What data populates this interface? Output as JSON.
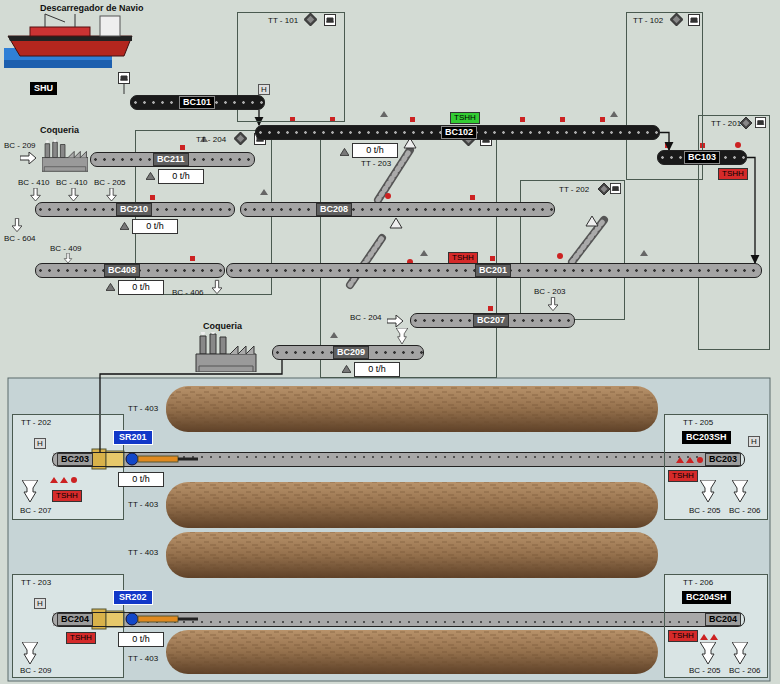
{
  "diagram": {
    "nodes": [
      {
        "text": [
          "TT - 101"
        ]
      },
      {
        "text": [
          "TT - 102"
        ]
      },
      {
        "text": [
          "TT - 201"
        ]
      },
      {
        "text": [
          "TT - 204"
        ]
      },
      {
        "text": [
          "TT - 203"
        ]
      },
      {
        "text": [
          "TT - 202"
        ]
      },
      {
        "text": [
          "SHU"
        ]
      },
      {
        "text": [
          "BC101"
        ]
      },
      {
        "text": [
          "BC102"
        ]
      },
      {
        "text": [
          "TSHH"
        ]
      },
      {
        "text": [
          "0 t/h"
        ],
        "in": 4
      },
      {
        "text": [
          "BC103"
        ]
      },
      {
        "text": [
          "TSHH"
        ],
        "in": 2
      },
      {
        "text": [
          "BC211"
        ]
      },
      {
        "text": [
          "0 t/h"
        ],
        "in": 3
      },
      {
        "text": [
          "BC210"
        ]
      },
      {
        "text": [
          "0 t/h"
        ]
      },
      {
        "text": [
          "BC208"
        ]
      },
      {
        "text": [
          "BC408"
        ]
      },
      {
        "text": [
          "0 t/h"
        ]
      },
      {
        "text": [
          "BC201"
        ]
      },
      {
        "text": [
          "TSHH"
        ],
        "in": 4
      },
      {
        "text": [
          "BC207"
        ]
      },
      {
        "text": [
          "BC209"
        ]
      },
      {
        "text": [
          "0 t/h"
        ],
        "in": 4
      },
      {
        "text": [
          "TT - 202"
        ]
      },
      {
        "text": [
          "TSHH"
        ],
        "in": 25
      },
      {
        "text": [
          "SR201"
        ]
      },
      {
        "text": [
          "BC203",
          "BC203"
        ]
      },
      {
        "text": [
          "0 t/h"
        ]
      },
      {
        "text": [
          "TT - 205"
        ]
      },
      {
        "text": [
          "BC203SH"
        ],
        "in": 30
      },
      {
        "text": [
          "TSHH"
        ],
        "in": 30
      },
      {
        "text": [
          "TT - 203"
        ]
      },
      {
        "text": [
          "TSHH"
        ],
        "in": 33
      },
      {
        "text": [
          "SR202"
        ]
      },
      {
        "text": [
          "BC204",
          "BC204"
        ]
      },
      {
        "text": [
          "0 t/h"
        ]
      },
      {
        "text": [
          "TT - 206"
        ]
      },
      {
        "text": [
          "BC204SH"
        ],
        "in": 38
      },
      {
        "text": [
          "TSHH"
        ],
        "in": 38
      }
    ],
    "edges": [
      {
        "from": 7,
        "to": 8,
        "arrow": "to"
      },
      {
        "from": 8,
        "to": 11,
        "arrow": "to"
      },
      {
        "from": 11,
        "to": 20,
        "arrow": "to"
      },
      {
        "from": 23,
        "to": 28,
        "arrow": "none"
      }
    ],
    "labels": [
      "Descarregador de Navio",
      "Coqueria",
      "BC - 209",
      "BC - 410",
      "BC - 410",
      "BC - 205",
      "BC - 604",
      "BC - 409",
      "BC - 406",
      "BC - 203",
      "BC - 204",
      "Coqueria",
      "TT - 403",
      "TT - 403",
      "TT - 403",
      "TT - 403",
      "BC - 207",
      "BC - 205",
      "BC - 206",
      "BC - 209",
      "BC - 205",
      "BC - 206",
      "H",
      "H",
      "H",
      "H"
    ]
  }
}
